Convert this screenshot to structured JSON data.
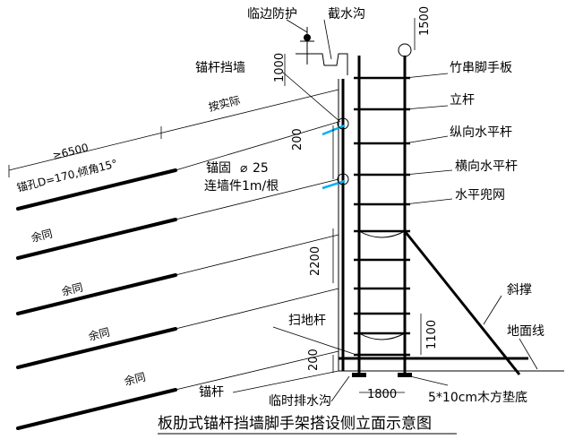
{
  "labels": {
    "edge_protection": "临边防护",
    "drain_ditch": "截水沟",
    "bamboo_board": "竹串脚手板",
    "anchor_wall": "锚杆挡墙",
    "pole": "立杆",
    "longitudinal_bar": "纵向水平杆",
    "transverse_bar": "横向水平杆",
    "horizontal_net": "水平兜网",
    "anchor_fix": "锚固",
    "anchor_fix_dia": "25",
    "wall_tie": "连墙件1m/根",
    "brace": "斜撑",
    "ground_line": "地面线",
    "sweep_bar": "扫地杆",
    "anchor_rod": "锚杆",
    "temp_drain": "临时排水沟",
    "timber_pad": "5*10cm木方垫底",
    "hole_spec": "锚孔D=170,倾角15°",
    "as_measured": "按实际",
    "as_design": "≥6500",
    "remainder": "余同"
  },
  "dims": {
    "d1500": "1500",
    "d1000": "1000",
    "d200_top": "200",
    "d2200": "2200",
    "d1100": "1100",
    "d200_bot": "200",
    "d1800": "1800"
  },
  "title": "板肋式锚杆挡墙脚手架搭设侧立面示意图",
  "colors": {
    "line": "#000000",
    "tie": "#00b0f0"
  }
}
